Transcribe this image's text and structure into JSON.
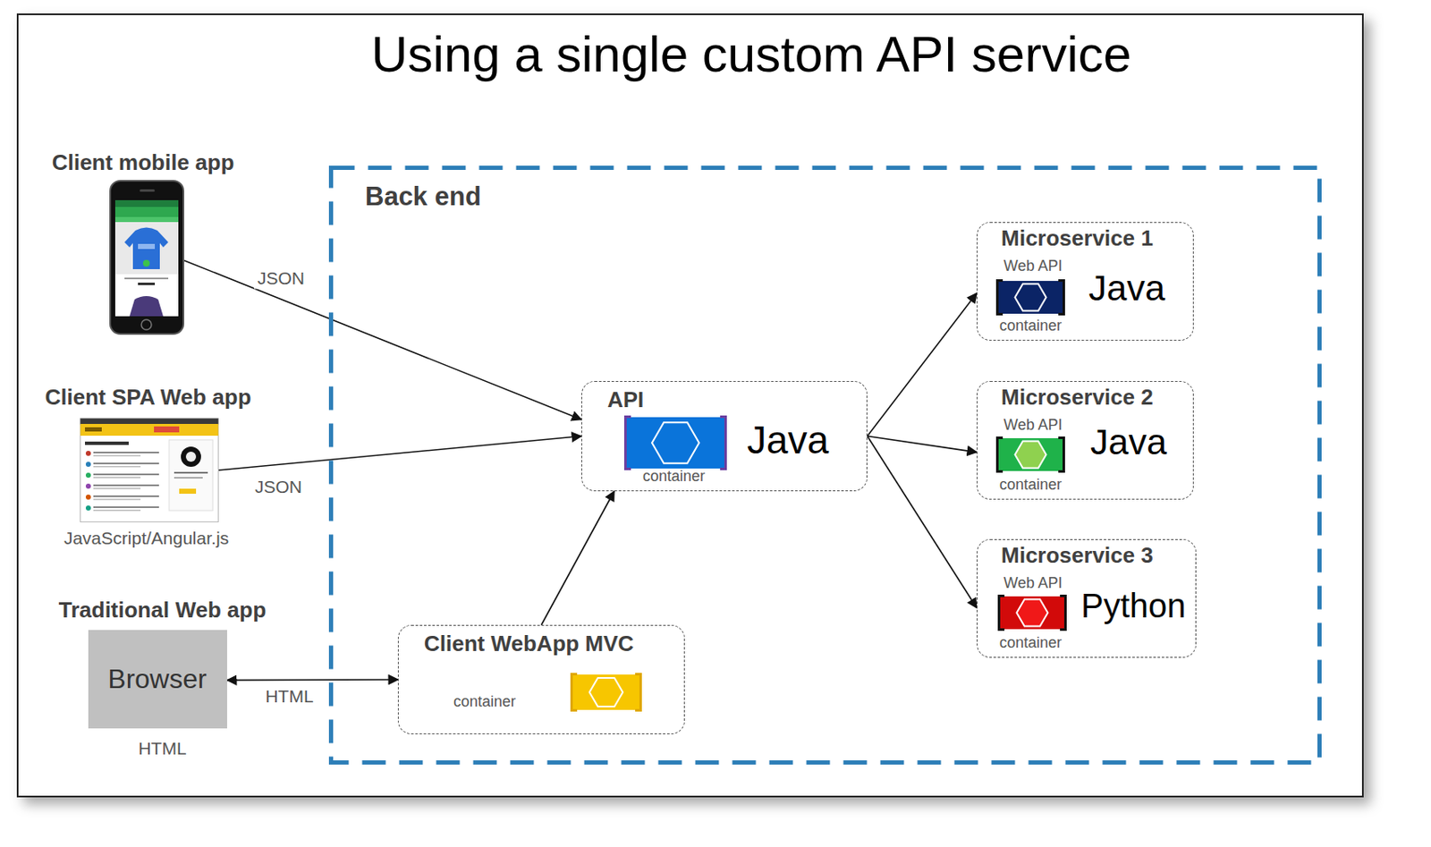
{
  "diagram": {
    "title": "Using a single custom API service",
    "nodes": [
      {
        "text": [
          "Client mobile app"
        ]
      },
      {
        "text": [
          "Client SPA Web app",
          "JavaScript/Angular.js"
        ]
      },
      {
        "text": [
          "Traditional Web app",
          "Browser",
          "HTML"
        ]
      },
      {
        "text": [
          "Back end"
        ]
      },
      {
        "text": [
          "API",
          "Java",
          "container"
        ],
        "in": 3
      },
      {
        "text": [
          "Microservice 1",
          "Web API",
          "Java",
          "container"
        ],
        "in": 3
      },
      {
        "text": [
          "Microservice 2",
          "Web API",
          "Java",
          "container"
        ],
        "in": 3
      },
      {
        "text": [
          "Microservice 3",
          "Web API",
          "Python",
          "container"
        ],
        "in": 3
      },
      {
        "text": [
          "Client WebApp MVC",
          "container"
        ],
        "in": 3
      }
    ],
    "edges": [
      {
        "from": 0,
        "to": 4,
        "label": "JSON",
        "arrow": "to"
      },
      {
        "from": 1,
        "to": 4,
        "label": "JSON",
        "arrow": "to"
      },
      {
        "from": 2,
        "to": 8,
        "label": "HTML",
        "arrow": "both"
      },
      {
        "from": 8,
        "to": 4,
        "arrow": "to"
      },
      {
        "from": 4,
        "to": 5,
        "arrow": "to"
      },
      {
        "from": 4,
        "to": 6,
        "arrow": "to"
      },
      {
        "from": 4,
        "to": 7,
        "arrow": "to"
      }
    ]
  }
}
